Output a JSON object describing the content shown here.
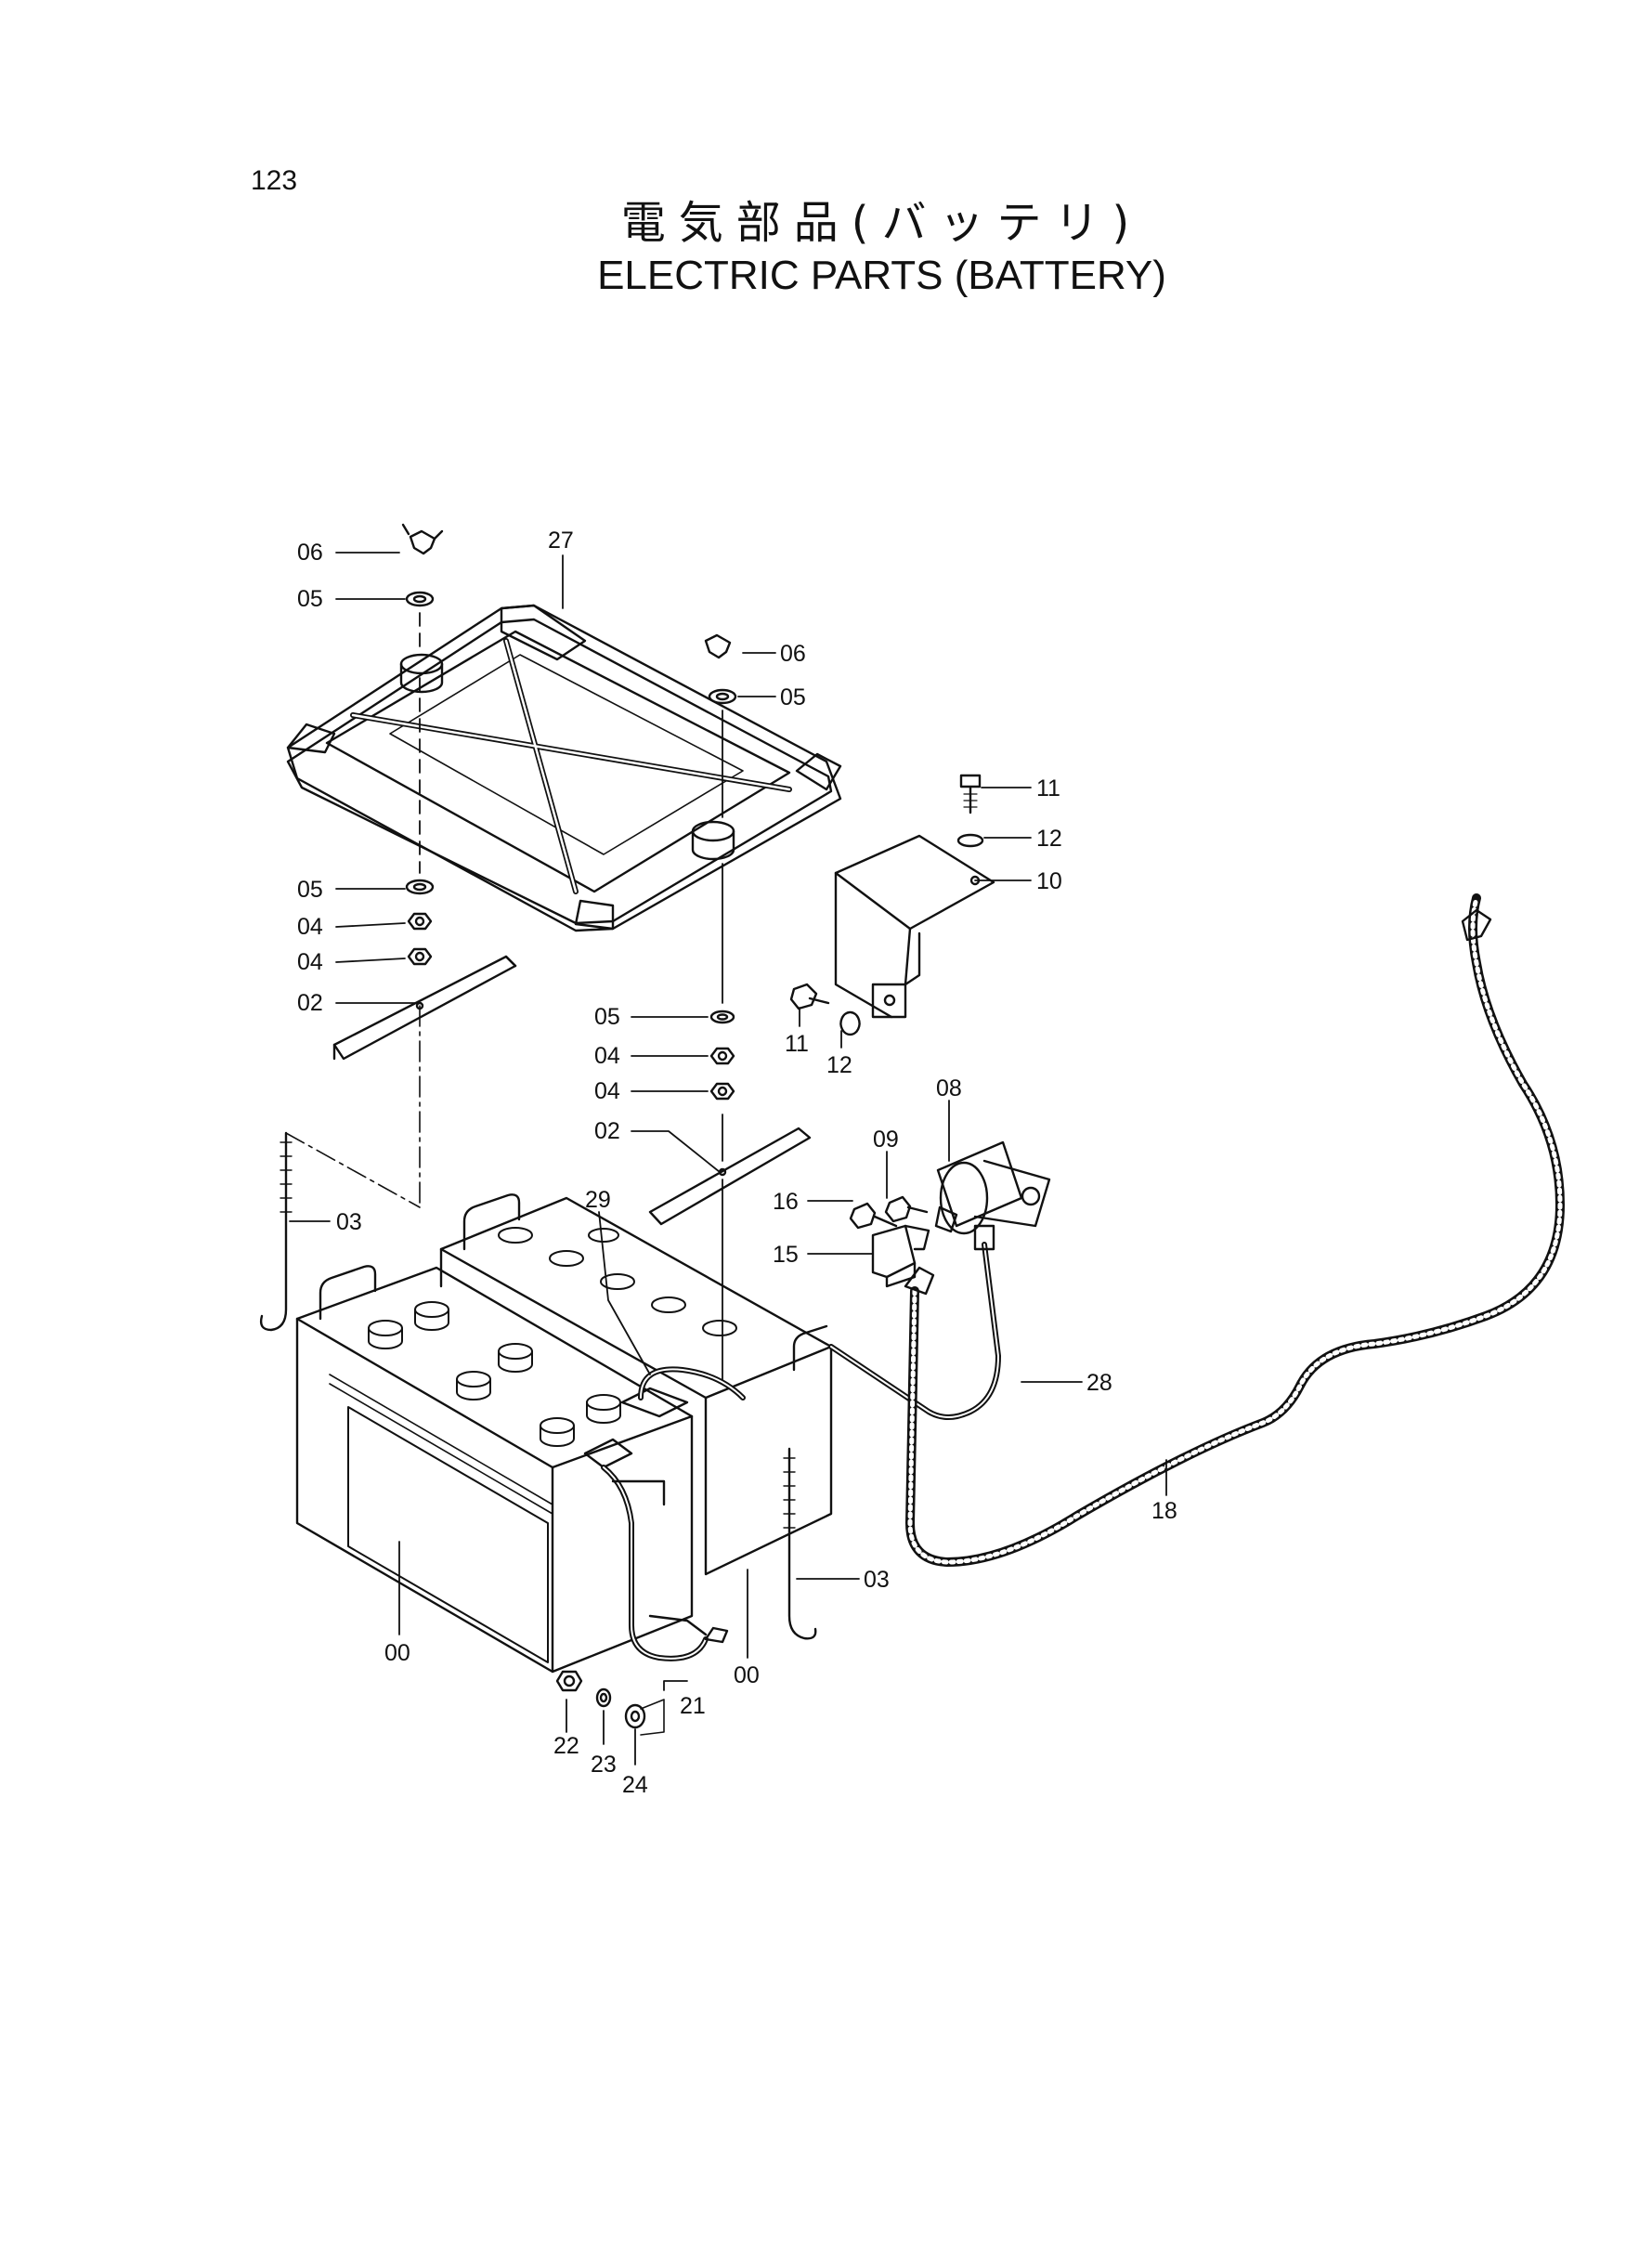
{
  "page_number": "123",
  "title_jp": "電気部品(バッテリ)",
  "title_en": "ELECTRIC  PARTS (BATTERY)",
  "callouts": {
    "c06a": "06",
    "c05a": "05",
    "c27": "27",
    "c06b": "06",
    "c05b": "05",
    "c05c": "05",
    "c04a": "04",
    "c04b": "04",
    "c02a": "02",
    "c05d": "05",
    "c04c": "04",
    "c04d": "04",
    "c02b": "02",
    "c11a": "11",
    "c12a": "12",
    "c10": "10",
    "c11b": "11",
    "c12b": "12",
    "c08": "08",
    "c09": "09",
    "c16": "16",
    "c15": "15",
    "c29": "29",
    "c03a": "03",
    "c28": "28",
    "c18": "18",
    "c03b": "03",
    "c00a": "00",
    "c00b": "00",
    "c21": "21",
    "c22": "22",
    "c23": "23",
    "c24": "24"
  }
}
